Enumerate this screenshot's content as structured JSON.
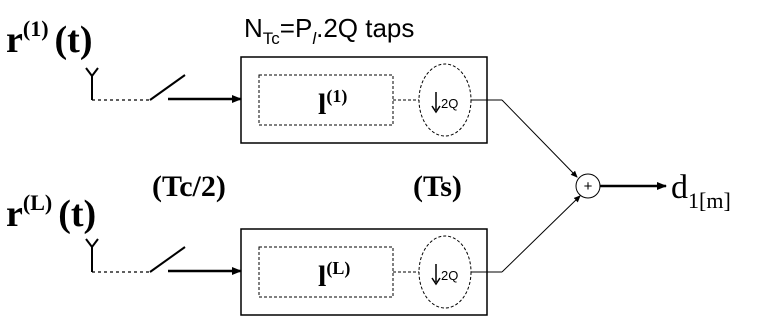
{
  "title": {
    "n": "N",
    "n_sub": "Tc",
    "eq_p": "=P",
    "p_sub": "l",
    "rest": ".2Q taps"
  },
  "inputs": [
    {
      "r": "r",
      "sup": "(1)",
      "t": "(t)"
    },
    {
      "r": "r",
      "sup": "(L)",
      "t": "(t)"
    }
  ],
  "filters": [
    {
      "base": "l",
      "sup": "(1)"
    },
    {
      "base": "l",
      "sup": "(L)"
    }
  ],
  "decimator": {
    "factor": "2Q"
  },
  "rates": {
    "chip": "(Tc/2)",
    "symbol": "(Ts)"
  },
  "adder": {
    "symbol": "+"
  },
  "output": {
    "d": "d",
    "sub": "1[m]"
  }
}
